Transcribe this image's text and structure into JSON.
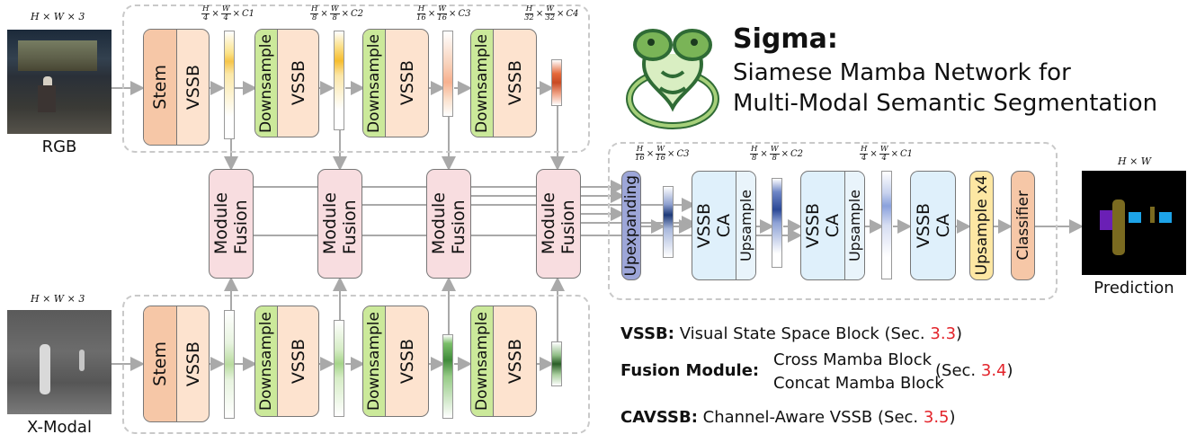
{
  "title": {
    "name": "Sigma:",
    "subtitle_line1": "Siamese Mamba Network for",
    "subtitle_line2": "Multi-Modal Semantic Segmentation"
  },
  "inputs": {
    "rgb": {
      "dims": "H × W × 3",
      "label": "RGB"
    },
    "x": {
      "dims": "H × W × 3",
      "label": "X-Modal"
    }
  },
  "encoder": {
    "stem": "Stem",
    "vssb": "VSSB",
    "downsample": "Downsample",
    "stages": [
      {
        "h": "H",
        "hd": "4",
        "w": "W",
        "wd": "4",
        "c": "C1"
      },
      {
        "h": "H",
        "hd": "8",
        "w": "W",
        "wd": "8",
        "c": "C2"
      },
      {
        "h": "H",
        "hd": "16",
        "w": "W",
        "wd": "16",
        "c": "C3"
      },
      {
        "h": "H",
        "hd": "32",
        "w": "W",
        "wd": "32",
        "c": "C4"
      }
    ]
  },
  "fusion": {
    "line1": "Fusion",
    "line2": "Module"
  },
  "decoder": {
    "upexpanding": "Upexpanding",
    "ca": "CA",
    "vssb": "VSSB",
    "upsample": "Upsample",
    "upsample_x4": "Upsample x4",
    "classifier": "Classifier",
    "dims": [
      {
        "h": "H",
        "hd": "16",
        "w": "W",
        "wd": "16",
        "c": "C3"
      },
      {
        "h": "H",
        "hd": "8",
        "w": "W",
        "wd": "8",
        "c": "C2"
      },
      {
        "h": "H",
        "hd": "4",
        "w": "W",
        "wd": "4",
        "c": "C1"
      }
    ]
  },
  "output": {
    "dims": "H × W",
    "label": "Prediction"
  },
  "legend": {
    "vssb_key": "VSSB:",
    "vssb_text": "Visual State Space Block (Sec.",
    "vssb_ref": "3.3",
    "fusion_key": "Fusion Module:",
    "fusion_text1": "Cross Mamba Block",
    "fusion_text2": "Concat Mamba Block",
    "fusion_sec": "(Sec.",
    "fusion_ref": "3.4",
    "cavssb_key": "CAVSSB:",
    "cavssb_text": "Channel-Aware VSSB (Sec.",
    "cavssb_ref": "3.5",
    "close": ")"
  },
  "colors": {
    "stem": "#f6c7a7",
    "vssb": "#fde3cf",
    "downsample": "#cbe99a",
    "fusion": "#f8dde0",
    "upexpanding": "#9da6d8",
    "ca_vssb": "#dff0fb",
    "upsample_x4": "#fde7a3",
    "classifier": "#f6c7a7",
    "reference": "#e3242b"
  }
}
